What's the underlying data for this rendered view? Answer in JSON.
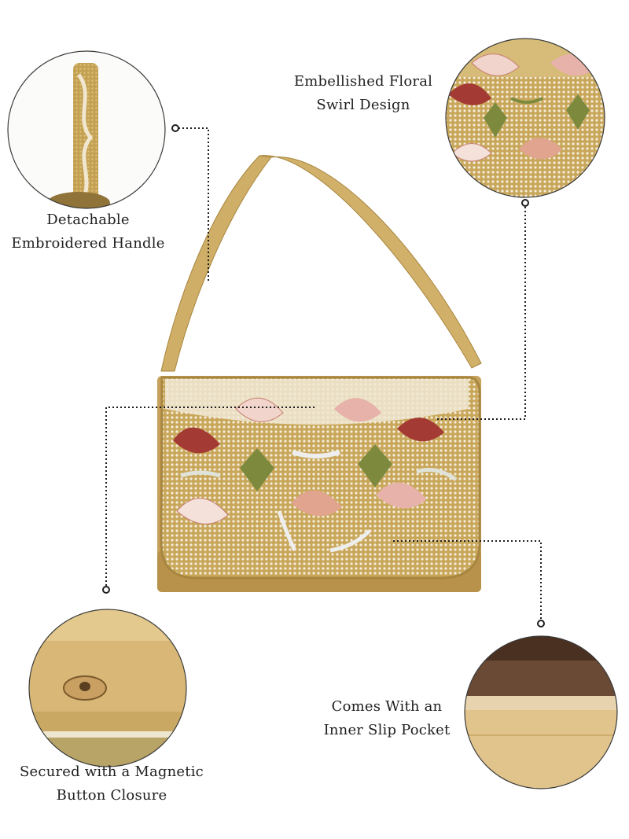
{
  "callouts": {
    "handle": {
      "line1": "Detachable",
      "line2": "Embroidered Handle"
    },
    "design": {
      "line1": "Embellished Floral",
      "line2": "Swirl Design"
    },
    "closure": {
      "line1": "Secured with a Magnetic",
      "line2": "Button Closure"
    },
    "pocket": {
      "line1": "Comes With an",
      "line2": "Inner Slip Pocket"
    }
  },
  "colors": {
    "gold": "#c9a75a",
    "dark_gold": "#a8863f",
    "maroon": "#a43a34",
    "pink": "#e3a9a0",
    "leaf": "#7d8a3e",
    "pearl": "#f3ecdc"
  }
}
